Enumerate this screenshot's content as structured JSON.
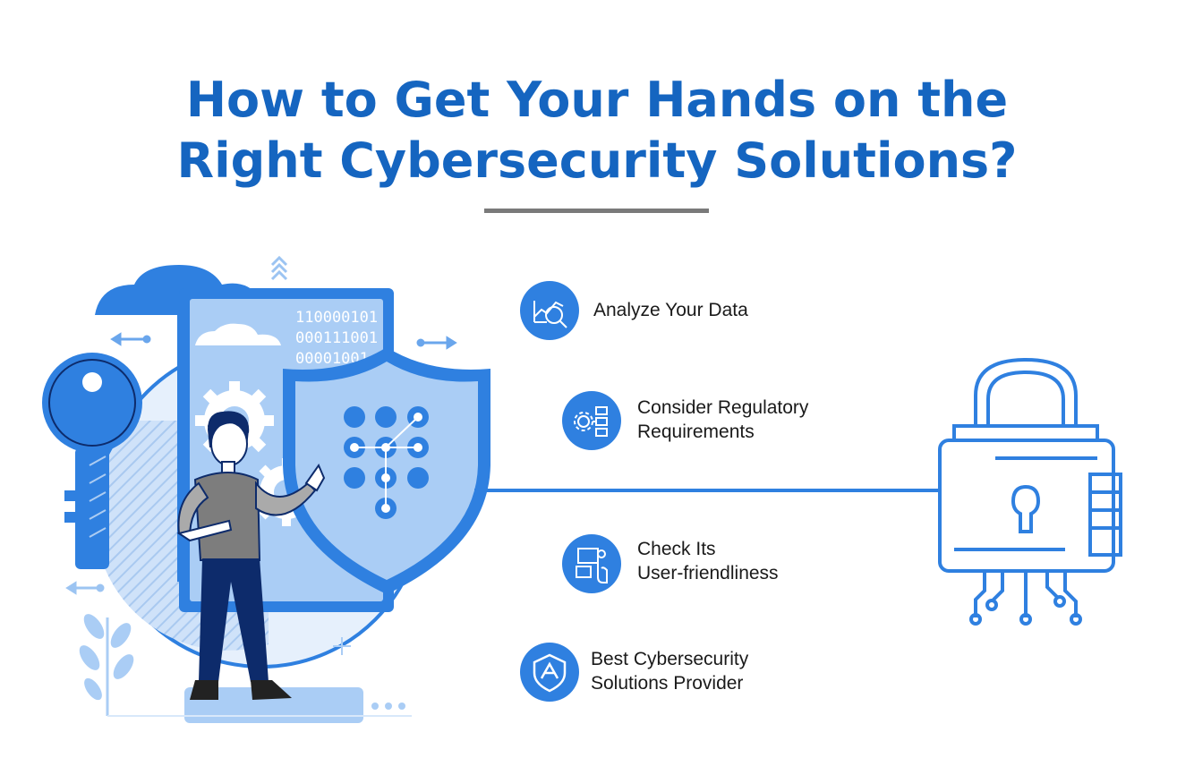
{
  "title": {
    "line1": "How to Get Your Hands on the",
    "line2": "Right Cybersecurity Solutions?"
  },
  "binary": {
    "row1": "110000101",
    "row2": "000111001",
    "row3": "00001001"
  },
  "steps": [
    {
      "line1": "Analyze Your Data",
      "line2": "",
      "icon": "data-analysis-icon"
    },
    {
      "line1": "Consider Regulatory",
      "line2": "Requirements",
      "icon": "regulatory-gear-icon"
    },
    {
      "line1": "Check Its",
      "line2": "User-friendliness",
      "icon": "user-friendly-touch-icon"
    },
    {
      "line1": "Best Cybersecurity",
      "line2": "Solutions Provider",
      "icon": "security-shield-icon"
    }
  ],
  "colors": {
    "title": "#1565c0",
    "accent": "#2f80e0",
    "light_blue": "#aacdf5",
    "pale_blue": "#d8e8fa",
    "navy": "#0d2b6b"
  }
}
